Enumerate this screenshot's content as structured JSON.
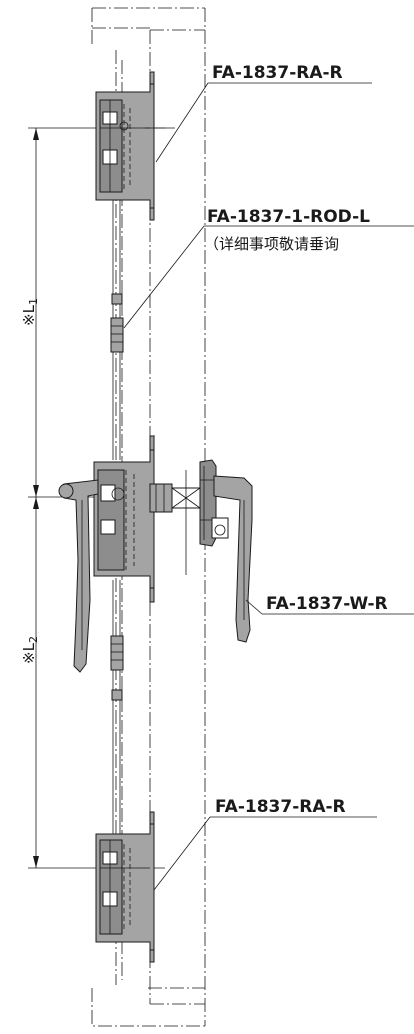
{
  "labels": {
    "top_latch": "FA-1837-RA-R",
    "rod": "FA-1837-1-ROD-L",
    "rod_note": "（详细事项敬请垂询",
    "handle": "FA-1837-W-R",
    "bottom_latch": "FA-1837-RA-R"
  },
  "dimensions": {
    "l1": "※L",
    "l1_sub": "1",
    "l2": "※L",
    "l2_sub": "2"
  }
}
